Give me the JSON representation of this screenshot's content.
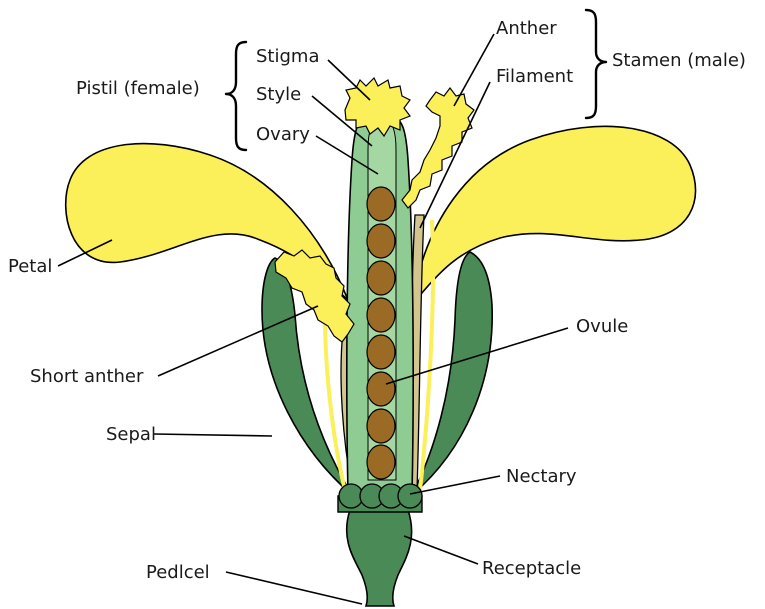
{
  "labels": {
    "stigma": "Stigma",
    "style": "Style",
    "ovary": "Ovary",
    "pistil": "Pistil (female)",
    "anther": "Anther",
    "filament": "Filament",
    "stamen": "Stamen (male)",
    "petal": "Petal",
    "short_anther": "Short anther",
    "ovule": "Ovule",
    "sepal": "Sepal",
    "nectary": "Nectary",
    "receptacle": "Receptacle",
    "pedicel": "Pedlcel"
  },
  "colors": {
    "petal": "#fbef5a",
    "sepal": "#4a8a57",
    "ovary_wall": "#8fcc94",
    "style": "#a5d7a3",
    "ovule": "#9b6a24",
    "filament": "#d2c68e",
    "anther": "#fbef5a",
    "receptacle": "#4a8a57"
  }
}
